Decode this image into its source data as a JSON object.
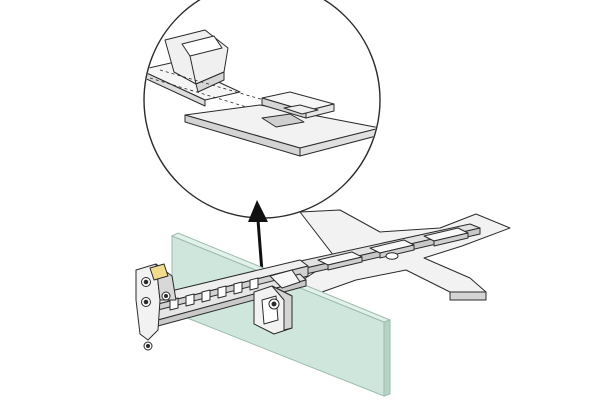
{
  "diagram": {
    "kind": "technical-line-drawing",
    "subject": "glass-panel-clamp-assembly",
    "callout": "magnified-detail-circle",
    "colors": {
      "background": "#ffffff",
      "line": "#2b2b2b",
      "part_fill": "#f2f2f2",
      "part_shade": "#d4d4d4",
      "glass_fill": "#cfe6dc",
      "glass_edge": "#b6d3c6",
      "accent": "#f0dc8c",
      "arrow": "#111111"
    }
  }
}
